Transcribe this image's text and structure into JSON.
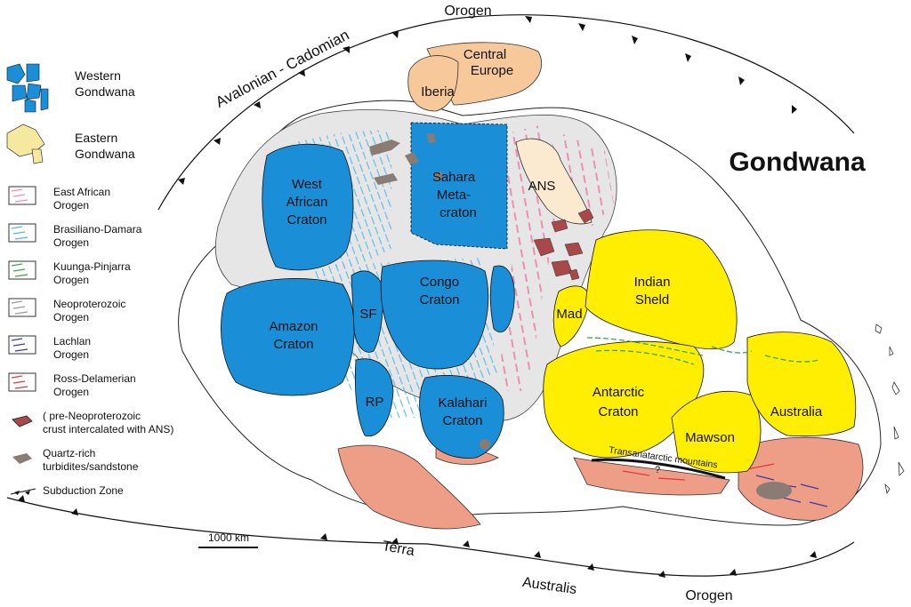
{
  "title": "Gondwana",
  "orogen_labels": {
    "avalonian": "Avalonian - Cadomian",
    "orogen_top": "Orogen",
    "terra": "Terra",
    "australis": "Australis",
    "orogen_bottom": "Orogen"
  },
  "regions": {
    "central_europe": "Central Europe",
    "iberia": "Iberia",
    "west_african": [
      "West",
      "African",
      "Craton"
    ],
    "sahara": [
      "Sahara",
      "Meta-",
      "craton"
    ],
    "ans": "ANS",
    "amazon": [
      "Amazon",
      "Craton"
    ],
    "sf": "SF",
    "congo": [
      "Congo",
      "Craton"
    ],
    "rp": "RP",
    "kalahari": [
      "Kalahari",
      "Craton"
    ],
    "mad": "Mad",
    "indian": [
      "Indian",
      "Sheld"
    ],
    "antarctic": [
      "Antarctic",
      "Craton"
    ],
    "mawson": "Mawson",
    "australia": "Australia",
    "transantarctic": "Transanatarctic mountains",
    "question": "?"
  },
  "scale_bar": "1000 km",
  "legend": [
    {
      "key": "western",
      "lines": [
        "Western",
        "Gondwana"
      ],
      "color": "#1a8fd8"
    },
    {
      "key": "eastern",
      "lines": [
        "Eastern",
        "Gondwana"
      ],
      "color": "#f5e9a0"
    },
    {
      "key": "east_african",
      "lines": [
        "East African",
        "Orogen"
      ],
      "color": "#ee8fb0"
    },
    {
      "key": "brasiliano",
      "lines": [
        "Brasiliano-Damara",
        "Orogen"
      ],
      "color": "#4fb8e8"
    },
    {
      "key": "kuunga",
      "lines": [
        "Kuunga-Pinjarra",
        "Orogen"
      ],
      "color": "#3aa64a"
    },
    {
      "key": "neoproterozoic",
      "lines": [
        "Neoproterozoic",
        "Orogen"
      ],
      "color": "#9a9a9a"
    },
    {
      "key": "lachlan",
      "lines": [
        "Lachlan",
        "Orogen"
      ],
      "color": "#3a3aa8"
    },
    {
      "key": "ross",
      "lines": [
        "Ross-Delamerian",
        "Orogen"
      ],
      "color": "#e03a3a"
    },
    {
      "key": "pre_neo",
      "lines": [
        "( pre-Neoproterozoic",
        "crust intercalated with ANS)"
      ],
      "color": "#a84848"
    },
    {
      "key": "quartz",
      "lines": [
        "Quartz-rich",
        "turbidites/sandstone"
      ],
      "color": "#8a7c74"
    },
    {
      "key": "subduction",
      "lines": [
        "Subduction Zone"
      ],
      "color": "#111111"
    }
  ],
  "colors": {
    "western": "#1a8fd8",
    "eastern_yellow": "#ffee00",
    "europe": "#f7c99a",
    "grey": "#e6e6e6",
    "salmon": "#ee9d86",
    "ans_fill": "#fbe9d0"
  }
}
